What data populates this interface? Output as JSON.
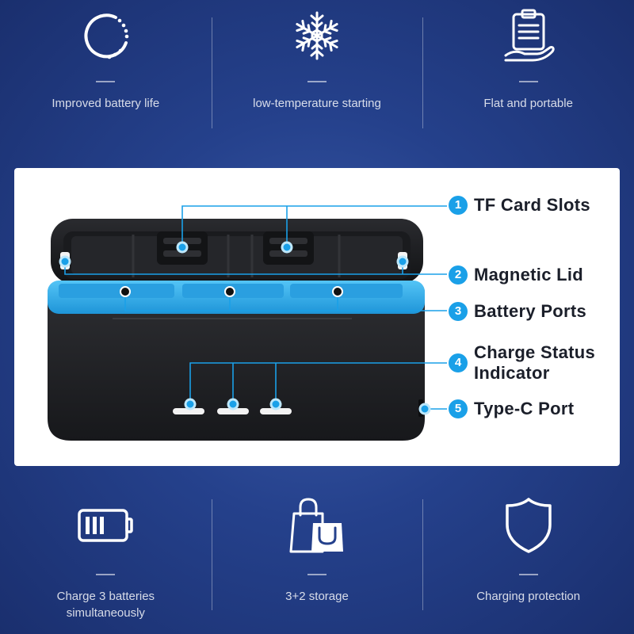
{
  "top_features": [
    {
      "icon": "battery-life-ring-icon",
      "label": "Improved battery life"
    },
    {
      "icon": "snowflake-icon",
      "label": "low-temperature starting"
    },
    {
      "icon": "hand-clipboard-icon",
      "label": "Flat and portable"
    }
  ],
  "callouts": [
    {
      "number": "1",
      "label": "TF Card Slots"
    },
    {
      "number": "2",
      "label": "Magnetic Lid"
    },
    {
      "number": "3",
      "label": "Battery Ports"
    },
    {
      "number": "4",
      "label": "Charge Status Indicator"
    },
    {
      "number": "5",
      "label": "Type-C Port"
    }
  ],
  "bottom_features": [
    {
      "icon": "battery-bars-icon",
      "label": "Charge 3 batteries simultaneously"
    },
    {
      "icon": "shopping-bags-icon",
      "label": "3+2 storage"
    },
    {
      "icon": "shield-icon",
      "label": "Charging protection"
    }
  ],
  "colors": {
    "background": "#25418c",
    "accent": "#1aa0e8",
    "port_blue": "#39b3f0",
    "case_dark": "#1c1d20"
  }
}
